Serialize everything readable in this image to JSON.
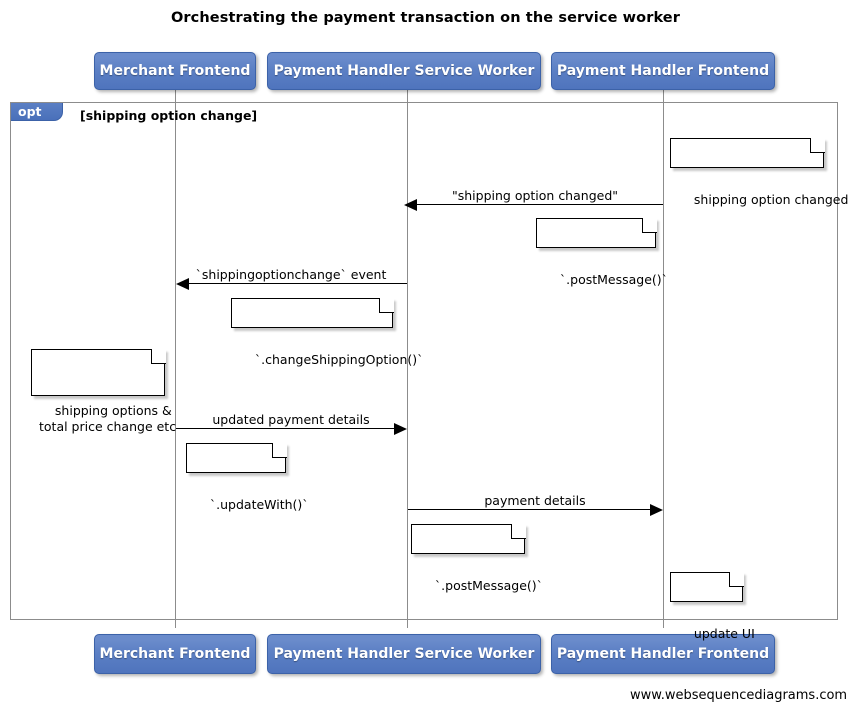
{
  "title": "Orchestrating the payment transaction on the service worker",
  "footer": {
    "watermark": "www.websequencediagrams.com"
  },
  "participants": [
    {
      "id": "merchant-frontend",
      "label": "Merchant Frontend"
    },
    {
      "id": "payment-handler-service-worker",
      "label": "Payment Handler Service Worker"
    },
    {
      "id": "payment-handler-frontend",
      "label": "Payment Handler Frontend"
    }
  ],
  "fragment": {
    "type": "opt",
    "label": "opt",
    "condition": "[shipping option change]"
  },
  "messages": [
    {
      "id": "shipping-option-changed",
      "label": "\"shipping option changed\"",
      "from": "payment-handler-frontend",
      "to": "payment-handler-service-worker",
      "direction": "left"
    },
    {
      "id": "shippingoptionchange-event",
      "label": "`shippingoptionchange` event",
      "from": "payment-handler-service-worker",
      "to": "merchant-frontend",
      "direction": "left"
    },
    {
      "id": "updated-payment-details",
      "label": "updated payment details",
      "from": "merchant-frontend",
      "to": "payment-handler-service-worker",
      "direction": "right"
    },
    {
      "id": "payment-details",
      "label": "payment details",
      "from": "payment-handler-service-worker",
      "to": "payment-handler-frontend",
      "direction": "right"
    }
  ],
  "notes": [
    {
      "id": "note-shipping-option-changed",
      "text": "shipping option changed"
    },
    {
      "id": "note-post-message-1",
      "text": "`.postMessage()`"
    },
    {
      "id": "note-change-shipping-option",
      "text": "`.changeShippingOption()`"
    },
    {
      "id": "note-shipping-options-total-price",
      "text": "shipping options &\ntotal price change etc"
    },
    {
      "id": "note-update-with",
      "text": "`.updateWith()`"
    },
    {
      "id": "note-post-message-2",
      "text": "`.postMessage()`"
    },
    {
      "id": "note-update-ui",
      "text": "update UI"
    }
  ],
  "colors": {
    "participant_fill": "#5b7fc4",
    "participant_border": "#3c62a8",
    "lifeline": "#8c8c8c",
    "frame_border": "#8c8c8c",
    "arrow": "#000000",
    "note_border": "#000000",
    "note_fill": "#ffffff",
    "text": "#000000"
  }
}
